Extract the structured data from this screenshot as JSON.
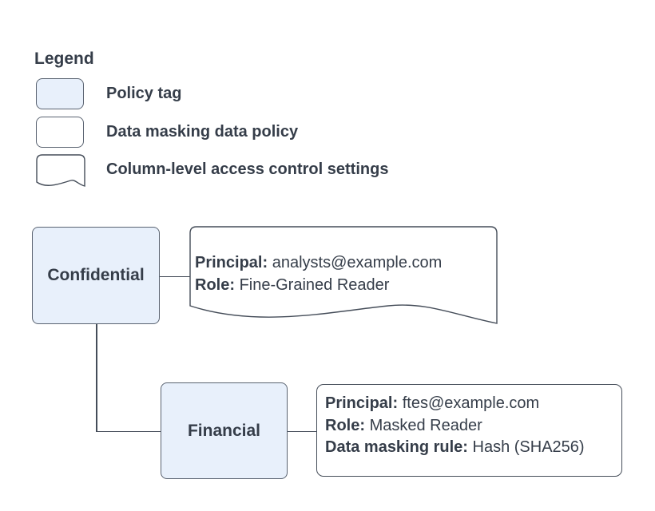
{
  "legend": {
    "title": "Legend",
    "items": [
      {
        "name": "policy-tag",
        "label": "Policy tag"
      },
      {
        "name": "data-masking-data-policy",
        "label": "Data masking data policy"
      },
      {
        "name": "column-level-access-control-settings",
        "label": "Column-level access control settings"
      }
    ]
  },
  "nodes": {
    "confidential": {
      "label": "Confidential"
    },
    "financial": {
      "label": "Financial"
    }
  },
  "callouts": {
    "confidential_access": {
      "fields": [
        {
          "label": "Principal:",
          "value": "analysts@example.com"
        },
        {
          "label": "Role:",
          "value": "Fine-Grained Reader"
        }
      ]
    },
    "financial_policy": {
      "fields": [
        {
          "label": "Principal:",
          "value": "ftes@example.com"
        },
        {
          "label": "Role:",
          "value": "Masked Reader"
        },
        {
          "label": "Data masking rule:",
          "value": "Hash (SHA256)"
        }
      ]
    }
  },
  "colors": {
    "policy_tag_fill": "#e8f0fb",
    "node_border": "#5a6371",
    "callout_border": "#454d59",
    "connector": "#454d59",
    "text": "#353d49",
    "background": "#ffffff"
  }
}
